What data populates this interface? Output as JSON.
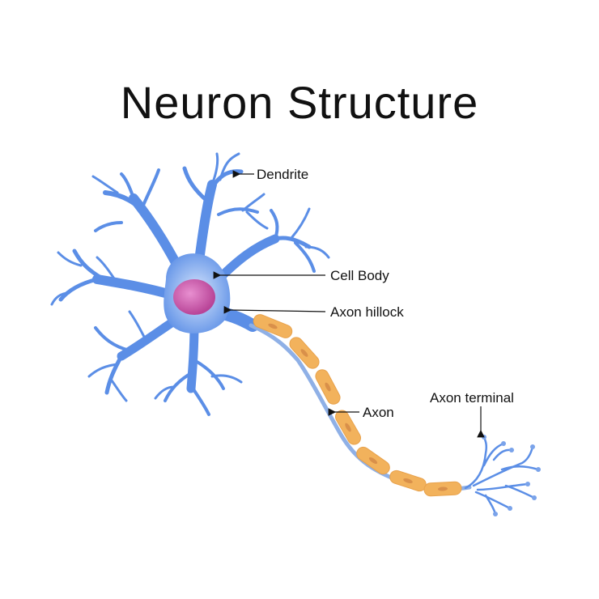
{
  "title": "Neuron Structure",
  "labels": {
    "dendrite": "Dendrite",
    "cell_body": "Cell Body",
    "axon_hillock": "Axon hillock",
    "axon": "Axon",
    "axon_terminal": "Axon terminal"
  },
  "colors": {
    "neuron_blue": "#5b8ee6",
    "neuron_light": "#a9c6f5",
    "nucleus": "#c94fa8",
    "myelin": "#f2b25c",
    "myelin_dark": "#d9904a",
    "node": "#8fb0e6",
    "text": "#111111"
  }
}
